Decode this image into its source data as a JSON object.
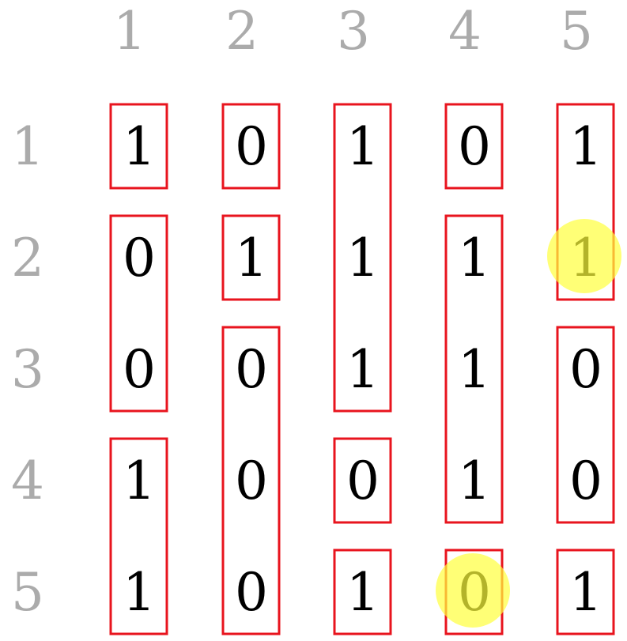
{
  "column_headers": [
    "1",
    "2",
    "3",
    "4",
    "5"
  ],
  "row_headers": [
    "1",
    "2",
    "3",
    "4",
    "5"
  ],
  "matrix": [
    [
      "1",
      "0",
      "1",
      "0",
      "1"
    ],
    [
      "0",
      "1",
      "1",
      "1",
      "1"
    ],
    [
      "0",
      "0",
      "1",
      "1",
      "0"
    ],
    [
      "1",
      "0",
      "0",
      "1",
      "0"
    ],
    [
      "1",
      "0",
      "1",
      "0",
      "1"
    ]
  ],
  "column_runs": [
    [
      {
        "row_start": 1,
        "row_end": 1
      },
      {
        "row_start": 2,
        "row_end": 3
      },
      {
        "row_start": 4,
        "row_end": 5
      }
    ],
    [
      {
        "row_start": 1,
        "row_end": 1
      },
      {
        "row_start": 2,
        "row_end": 2
      },
      {
        "row_start": 3,
        "row_end": 5
      }
    ],
    [
      {
        "row_start": 1,
        "row_end": 3
      },
      {
        "row_start": 4,
        "row_end": 4
      },
      {
        "row_start": 5,
        "row_end": 5
      }
    ],
    [
      {
        "row_start": 1,
        "row_end": 1
      },
      {
        "row_start": 2,
        "row_end": 4
      },
      {
        "row_start": 5,
        "row_end": 5
      }
    ],
    [
      {
        "row_start": 1,
        "row_end": 2
      },
      {
        "row_start": 3,
        "row_end": 4
      },
      {
        "row_start": 5,
        "row_end": 5
      }
    ]
  ],
  "highlighted_cells": [
    {
      "row": 2,
      "col": 5
    },
    {
      "row": 5,
      "col": 4
    }
  ],
  "colors": {
    "header": "#ababab",
    "value": "#000000",
    "run_box": "#e8141e",
    "highlight": "#ffff3c"
  }
}
